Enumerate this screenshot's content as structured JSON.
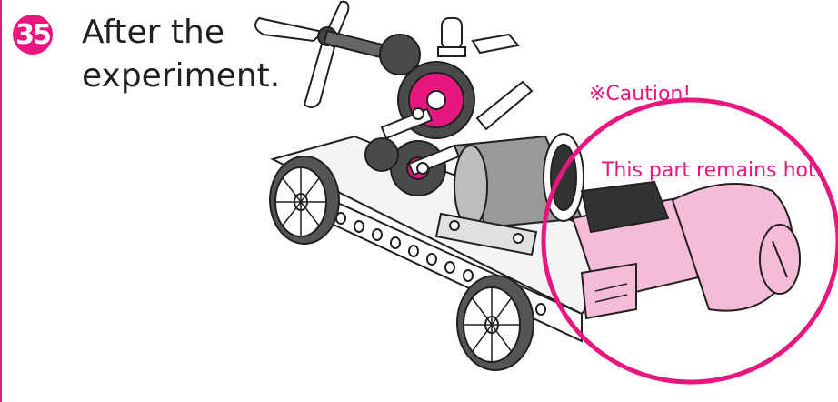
{
  "step": {
    "number": "35",
    "title_line1": "After the",
    "title_line2": "experiment."
  },
  "caution": {
    "line1": "※Caution!",
    "line2": "  This part remains hot."
  },
  "colors": {
    "accent": "#e8167f",
    "highlight_fill": "#f5bcd8",
    "line": "#231f20",
    "motor_gray": "#9a9a9a"
  }
}
